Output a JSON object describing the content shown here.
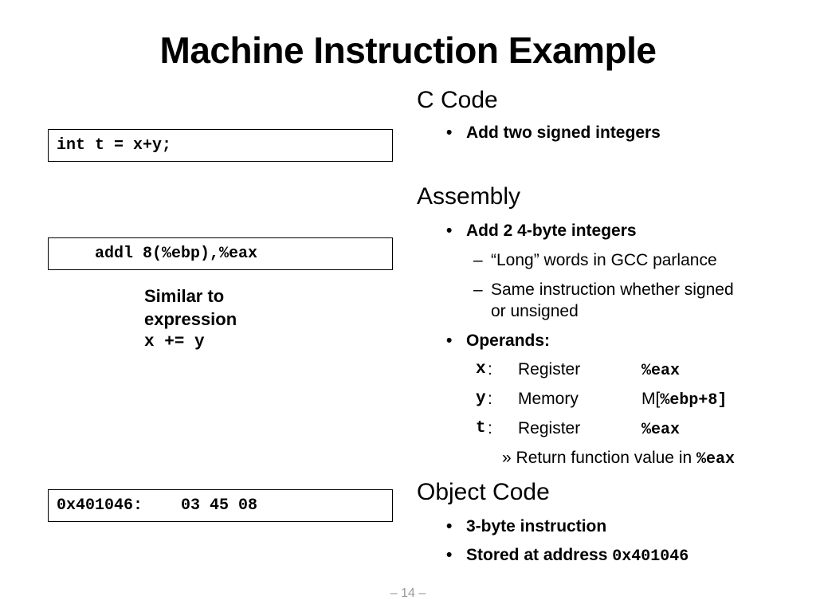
{
  "slide": {
    "title": "Machine Instruction Example",
    "page_number": "– 14 –"
  },
  "left": {
    "c_code": "int t = x+y;",
    "assembly": "    addl 8(%ebp),%eax",
    "note_line1": "Similar to",
    "note_line2": "expression",
    "note_code": "x += y",
    "object_code": "0x401046:    03 45 08"
  },
  "right": {
    "c_code": {
      "heading": "C Code",
      "bullet_mark": "•",
      "bullet": "Add two signed integers"
    },
    "assembly": {
      "heading": "Assembly",
      "bullet_mark": "•",
      "bullet": "Add 2 4-byte integers",
      "dash_mark": "–",
      "sub1": "“Long” words in GCC parlance",
      "sub2_line1": "Same instruction whether signed",
      "sub2_line2": "or unsigned",
      "operands_label": "Operands:",
      "operands": [
        {
          "var": "x",
          "colon": ":",
          "kind": "Register",
          "loc_prefix": "",
          "loc_code": "%eax",
          "loc_suffix": ""
        },
        {
          "var": "y",
          "colon": ":",
          "kind": "Memory",
          "loc_prefix": "M[",
          "loc_code": "%ebp+8]",
          "loc_suffix": ""
        },
        {
          "var": "t",
          "colon": ":",
          "kind": "Register",
          "loc_prefix": "",
          "loc_code": "%eax",
          "loc_suffix": ""
        }
      ],
      "return_mark": "»",
      "return_text": "Return function value in ",
      "return_code": "%eax"
    },
    "object_code": {
      "heading": "Object Code",
      "bullet_mark": "•",
      "bullet1": "3-byte instruction",
      "bullet2_text": "Stored at address ",
      "bullet2_code": "0x401046"
    }
  }
}
